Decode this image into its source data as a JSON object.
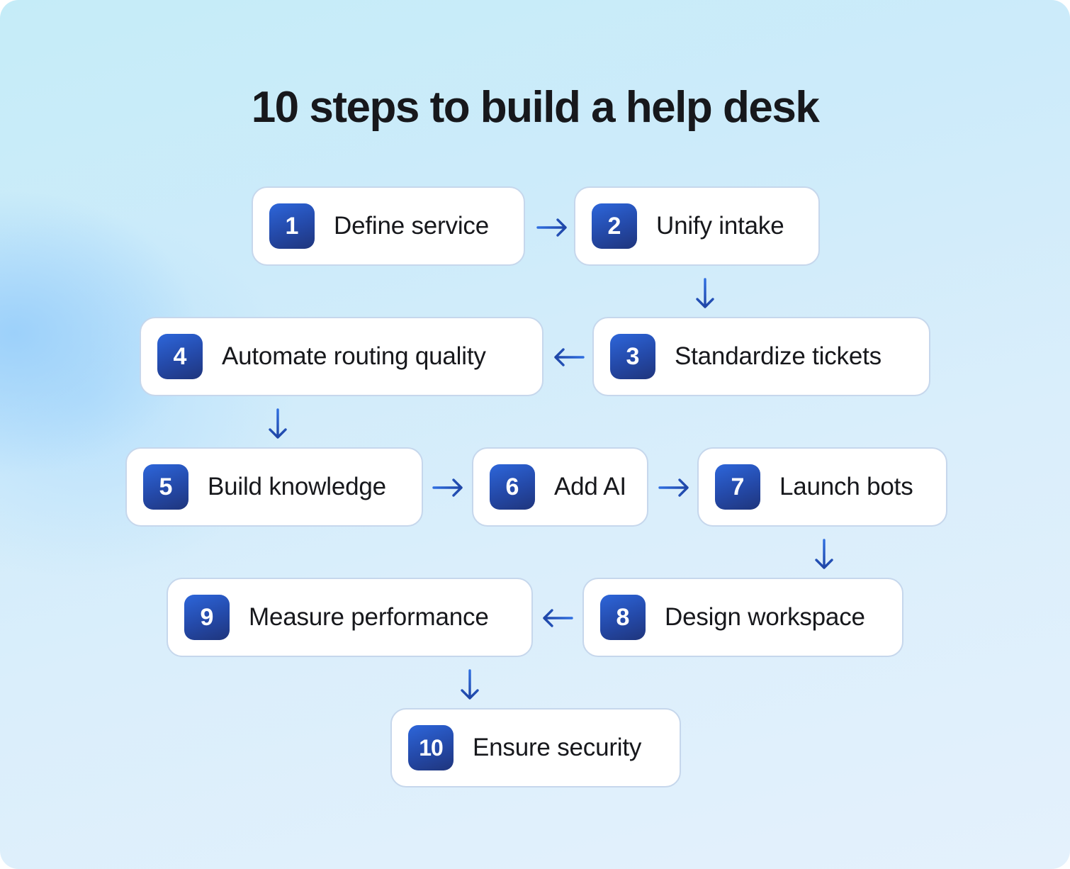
{
  "title": "10 steps to build a help desk",
  "colors": {
    "badge_gradient_start": "#2d66da",
    "badge_gradient_end": "#1f357c",
    "arrow": "#2450b8",
    "card_border": "#c6d7ec",
    "text": "#17181c"
  },
  "steps": [
    {
      "number": "1",
      "label": "Define service"
    },
    {
      "number": "2",
      "label": "Unify intake"
    },
    {
      "number": "3",
      "label": "Standardize tickets"
    },
    {
      "number": "4",
      "label": "Automate routing quality"
    },
    {
      "number": "5",
      "label": "Build knowledge"
    },
    {
      "number": "6",
      "label": "Add AI"
    },
    {
      "number": "7",
      "label": "Launch bots"
    },
    {
      "number": "8",
      "label": "Design workspace"
    },
    {
      "number": "9",
      "label": "Measure performance"
    },
    {
      "number": "10",
      "label": "Ensure security"
    }
  ],
  "arrows": [
    {
      "from": "1",
      "to": "2",
      "direction": "right"
    },
    {
      "from": "2",
      "to": "3",
      "direction": "down"
    },
    {
      "from": "3",
      "to": "4",
      "direction": "left"
    },
    {
      "from": "4",
      "to": "5",
      "direction": "down"
    },
    {
      "from": "5",
      "to": "6",
      "direction": "right"
    },
    {
      "from": "6",
      "to": "7",
      "direction": "right"
    },
    {
      "from": "7",
      "to": "8",
      "direction": "down"
    },
    {
      "from": "8",
      "to": "9",
      "direction": "left"
    },
    {
      "from": "9",
      "to": "10",
      "direction": "down"
    }
  ]
}
